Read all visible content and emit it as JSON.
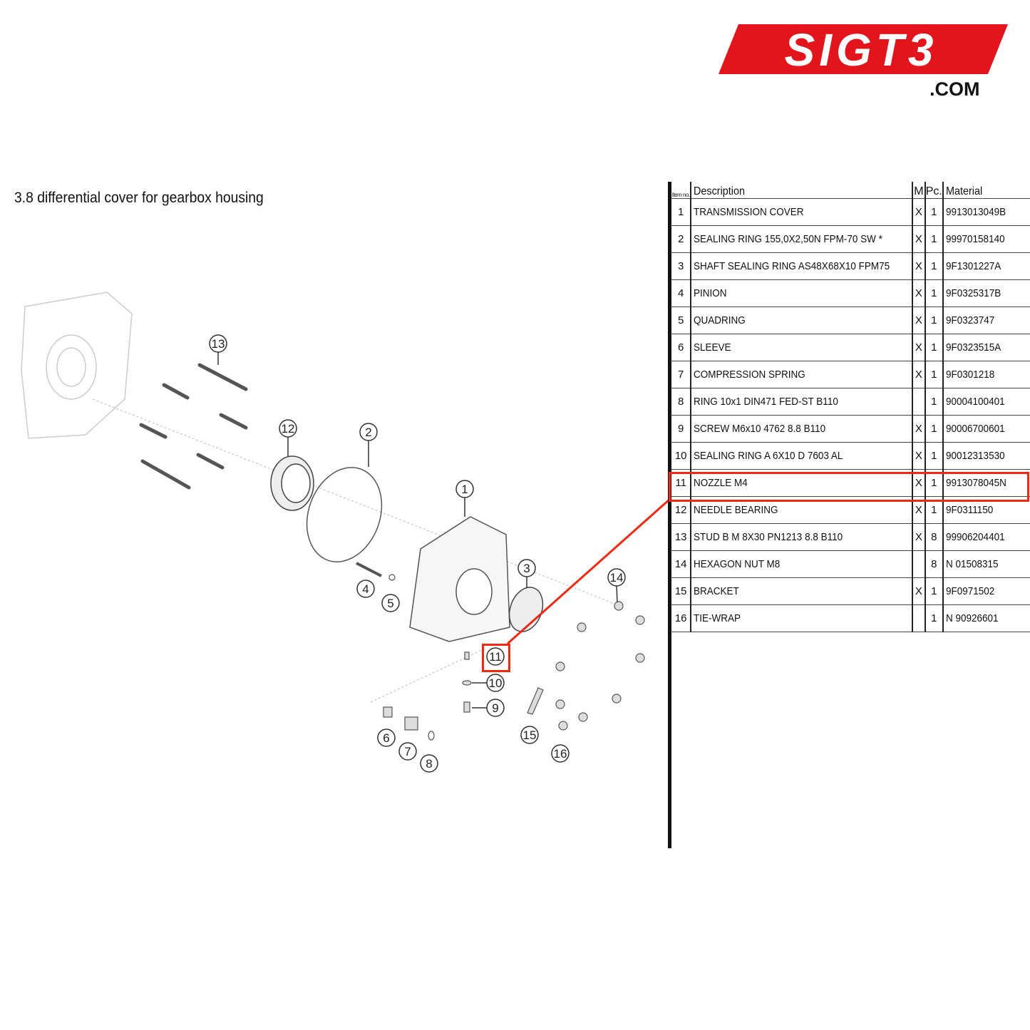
{
  "logo": {
    "text": "SIGT3",
    "suffix": ".COM",
    "color": "#e3141b"
  },
  "title": "3.8  differential cover for gearbox housing",
  "table": {
    "headers": {
      "no": "Item no.",
      "description": "Description",
      "m": "M",
      "pc": "Pc.",
      "material": "Material"
    },
    "rows": [
      {
        "no": "1",
        "description": "TRANSMISSION COVER",
        "m": "X",
        "pc": "1",
        "material": "9913013049B"
      },
      {
        "no": "2",
        "description": "SEALING RING 155,0X2,50N FPM-70 SW *",
        "m": "X",
        "pc": "1",
        "material": "99970158140"
      },
      {
        "no": "3",
        "description": "SHAFT SEALING RING AS48X68X10 FPM75",
        "m": "X",
        "pc": "1",
        "material": "9F1301227A"
      },
      {
        "no": "4",
        "description": "PINION",
        "m": "X",
        "pc": "1",
        "material": "9F0325317B"
      },
      {
        "no": "5",
        "description": "QUADRING",
        "m": "X",
        "pc": "1",
        "material": "9F0323747"
      },
      {
        "no": "6",
        "description": "SLEEVE",
        "m": "X",
        "pc": "1",
        "material": "9F0323515A"
      },
      {
        "no": "7",
        "description": "COMPRESSION SPRING",
        "m": "X",
        "pc": "1",
        "material": "9F0301218"
      },
      {
        "no": "8",
        "description": "RING 10x1 DIN471 FED-ST B110",
        "m": "",
        "pc": "1",
        "material": "90004100401"
      },
      {
        "no": "9",
        "description": "SCREW M6x10 4762 8.8 B110",
        "m": "X",
        "pc": "1",
        "material": "90006700601"
      },
      {
        "no": "10",
        "description": "SEALING RING A 6X10 D 7603 AL",
        "m": "X",
        "pc": "1",
        "material": "90012313530"
      },
      {
        "no": "11",
        "description": "NOZZLE M4",
        "m": "X",
        "pc": "1",
        "material": "9913078045N"
      },
      {
        "no": "12",
        "description": "NEEDLE BEARING",
        "m": "X",
        "pc": "1",
        "material": "9F0311150"
      },
      {
        "no": "13",
        "description": "STUD B M 8X30 PN1213 8.8 B110",
        "m": "X",
        "pc": "8",
        "material": "99906204401"
      },
      {
        "no": "14",
        "description": "HEXAGON NUT M8",
        "m": "",
        "pc": "8",
        "material": "N 01508315"
      },
      {
        "no": "15",
        "description": "BRACKET",
        "m": "X",
        "pc": "1",
        "material": "9F0971502"
      },
      {
        "no": "16",
        "description": "TIE-WRAP",
        "m": "",
        "pc": "1",
        "material": "N 90926601"
      }
    ],
    "highlighted_item": "11",
    "highlight_color": "#f02a12"
  },
  "callouts": [
    "1",
    "2",
    "3",
    "4",
    "5",
    "6",
    "7",
    "8",
    "9",
    "10",
    "11",
    "12",
    "13",
    "14",
    "15",
    "16"
  ]
}
